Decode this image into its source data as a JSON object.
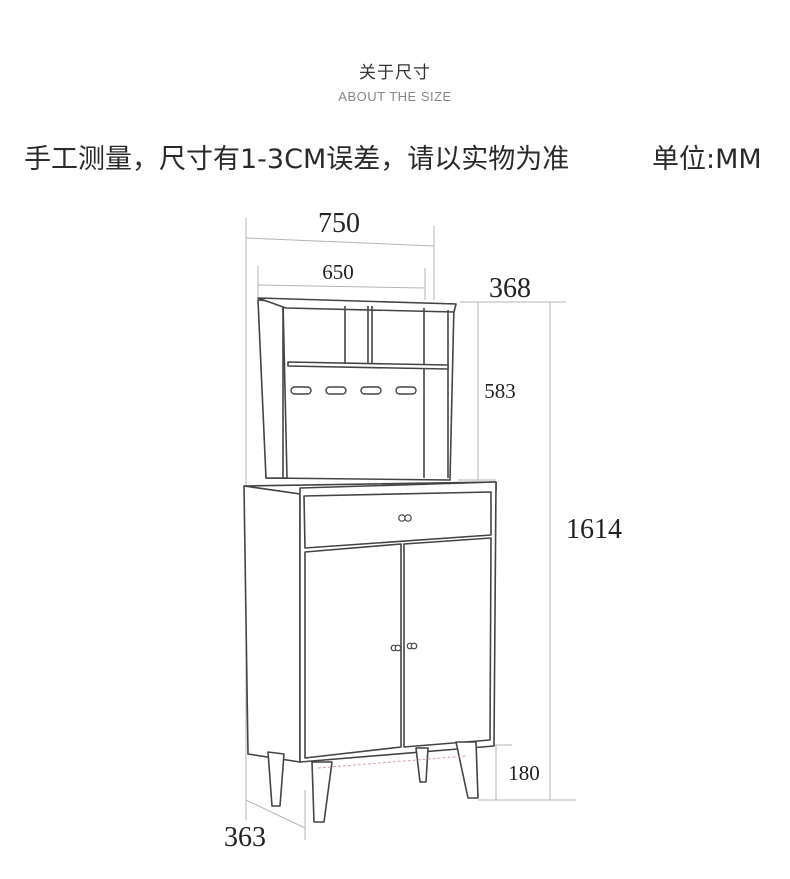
{
  "header": {
    "title_cn": "关于尺寸",
    "title_en": "ABOUT THE SIZE"
  },
  "note": {
    "text": "手工测量，尺寸有1-3CM误差，请以实物为准",
    "unit": "单位:MM"
  },
  "dimensions": {
    "total_width": "750",
    "hutch_width": "650",
    "depth_top": "368",
    "hutch_height": "583",
    "total_height": "1614",
    "leg_height": "180",
    "base_depth": "363"
  }
}
